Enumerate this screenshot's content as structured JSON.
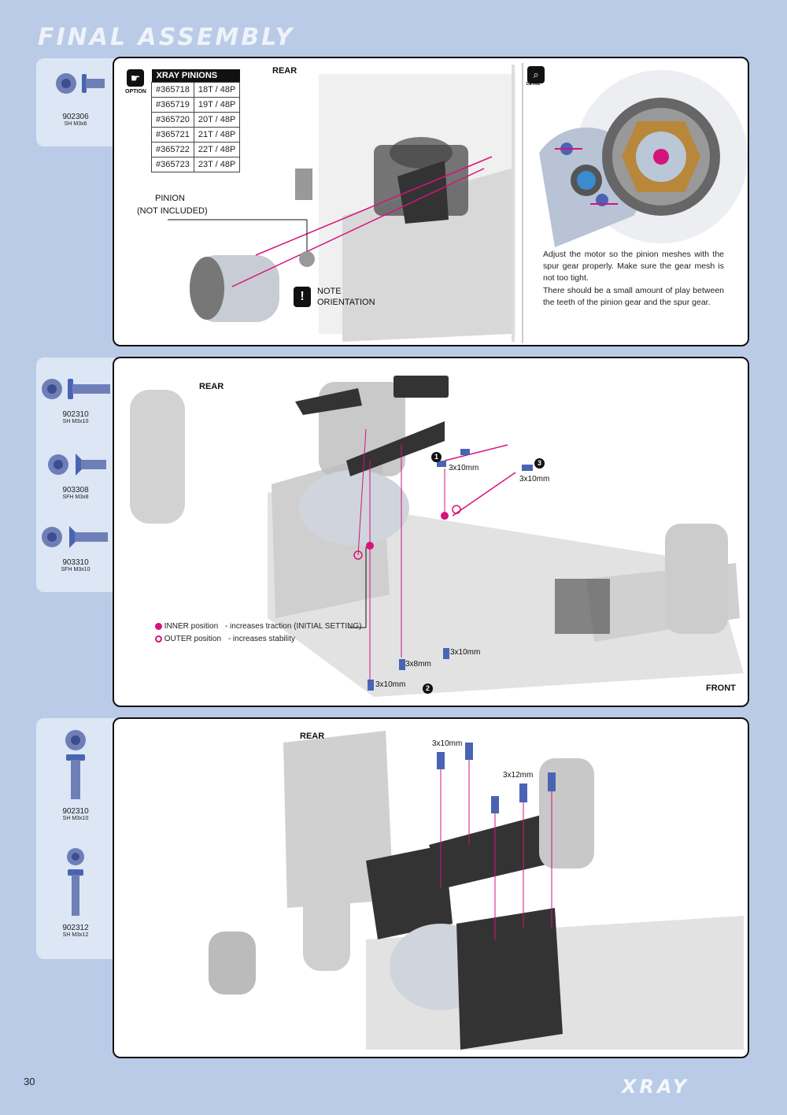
{
  "page_title": "FINAL ASSEMBLY",
  "page_number": "30",
  "brand": "XRAY",
  "section1": {
    "part": {
      "code": "902306",
      "desc": "SH M3x6"
    },
    "option_label": "OPTION",
    "table_title": "XRAY PINIONS",
    "pinions": [
      {
        "no": "#365718",
        "spec": "18T / 48P"
      },
      {
        "no": "#365719",
        "spec": "19T / 48P"
      },
      {
        "no": "#365720",
        "spec": "20T / 48P"
      },
      {
        "no": "#365721",
        "spec": "21T / 48P"
      },
      {
        "no": "#365722",
        "spec": "22T / 48P"
      },
      {
        "no": "#365723",
        "spec": "23T / 48P"
      }
    ],
    "pinion_label_1": "PINION",
    "pinion_label_2": "(NOT INCLUDED)",
    "rear_label": "REAR",
    "note_1": "NOTE",
    "note_2": "ORIENTATION",
    "detail_label": "DETAIL",
    "detail_text_1": "Adjust the motor so the pinion meshes with the spur gear properly. Make sure the gear mesh is not too tight.",
    "detail_text_2": "There should be a small amount of play between the teeth of the pinion gear and the spur gear."
  },
  "section2": {
    "parts": [
      {
        "code": "902310",
        "desc": "SH M3x10"
      },
      {
        "code": "903308",
        "desc": "SFH M3x8"
      },
      {
        "code": "903310",
        "desc": "SFH M3x10"
      }
    ],
    "rear_label": "REAR",
    "front_label": "FRONT",
    "screw_1": "3x10mm",
    "screw_3": "3x10mm",
    "screw_a": "3x10mm",
    "screw_b": "3x8mm",
    "screw_c": "3x10mm",
    "step_1": "1",
    "step_2": "2",
    "step_3": "3",
    "inner_label": "INNER position",
    "inner_desc": "- increases traction (INITIAL SETTING)",
    "outer_label": "OUTER position",
    "outer_desc": "- increases stability"
  },
  "section3": {
    "parts": [
      {
        "code": "902310",
        "desc": "SH M3x10"
      },
      {
        "code": "902312",
        "desc": "SH M3x12"
      }
    ],
    "rear_label": "REAR",
    "screw_a": "3x10mm",
    "screw_b": "3x12mm"
  },
  "colors": {
    "accent": "#d4147a",
    "background": "#b9cbe6",
    "screw": "#4a64b4"
  }
}
